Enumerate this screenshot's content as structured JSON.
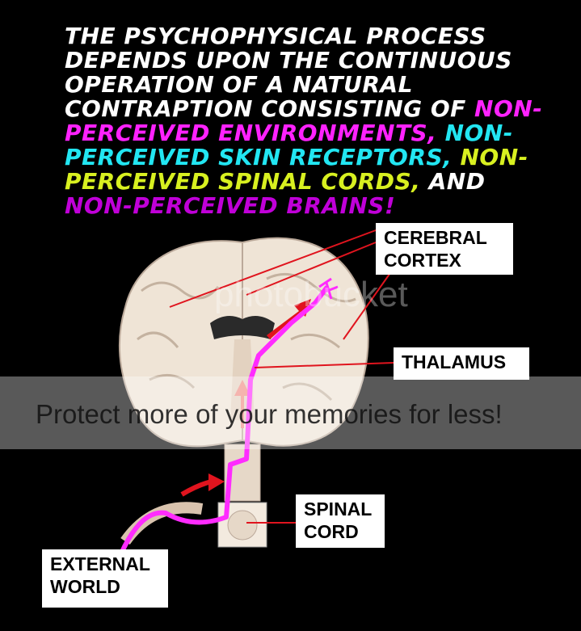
{
  "caption": {
    "part1": "The psychophysical process depends upon the continuous operation of a natural contraption consisting of ",
    "part2": "non-perceived environments,",
    "part3": "non-perceived skin receptors,",
    "part4": "non-perceived spinal cords,",
    "part5": "and",
    "part6": "non-perceived brains!",
    "colors": {
      "white": "#ffffff",
      "magenta": "#ff22ff",
      "cyan": "#22e6f2",
      "yellow": "#d8f020",
      "purple": "#c000d8"
    }
  },
  "labels": {
    "cerebral_cortex_l1": "CEREBRAL",
    "cerebral_cortex_l2": "CORTEX",
    "thalamus": "THALAMUS",
    "spinal_cord_l1": "SPINAL",
    "spinal_cord_l2": "CORD",
    "external_world_l1": "EXTERNAL",
    "external_world_l2": "WORLD"
  },
  "watermark": {
    "text": "Protect more of your memories for less!",
    "logo": "photobucket"
  },
  "colors": {
    "pathway": "#ff2bff",
    "pointer_lines": "#e0141e",
    "arrows": "#e0141e",
    "brain": "#efe4d6"
  }
}
